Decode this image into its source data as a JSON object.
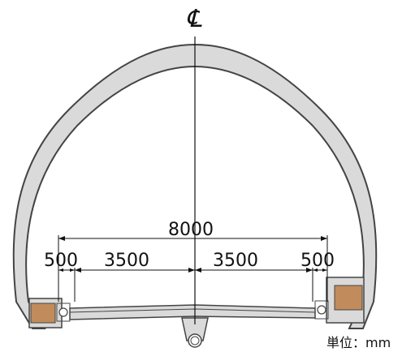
{
  "centerline": {
    "label": "℄"
  },
  "dimensions": {
    "total": "8000",
    "left_shoulder": "500",
    "left_lane": "3500",
    "right_lane": "3500",
    "right_shoulder": "500"
  },
  "unit_note": "単位：mm",
  "colors": {
    "lining_fill": "#dadada",
    "lining_stroke": "#444444",
    "curb_brown": "#c28b5b",
    "line": "#111111"
  }
}
